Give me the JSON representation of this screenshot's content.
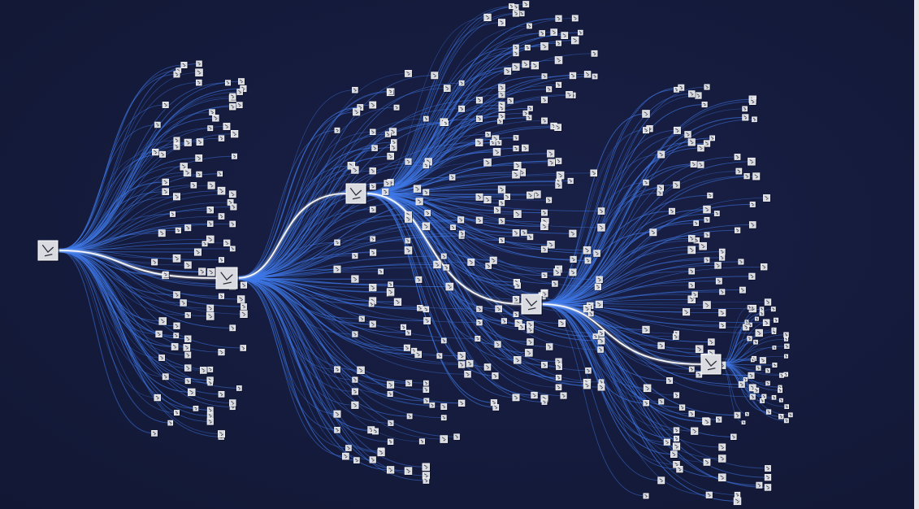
{
  "diagram": {
    "type": "tree-network",
    "colors": {
      "background": "#14193a",
      "edge": "#3f79e8",
      "edge_glow": "#6fa0ff",
      "main_path": "#ffffff",
      "node_fill": "#d9dbe0",
      "node_border": "#ffffff"
    },
    "hubs": [
      {
        "id": "hub-1",
        "children": 110
      },
      {
        "id": "hub-2",
        "children": 130
      },
      {
        "id": "hub-3",
        "children": 150
      },
      {
        "id": "hub-4",
        "children": 120
      },
      {
        "id": "hub-5",
        "children": 40
      }
    ],
    "main_path": [
      "hub-1",
      "hub-2",
      "hub-3",
      "hub-4",
      "hub-5"
    ]
  }
}
